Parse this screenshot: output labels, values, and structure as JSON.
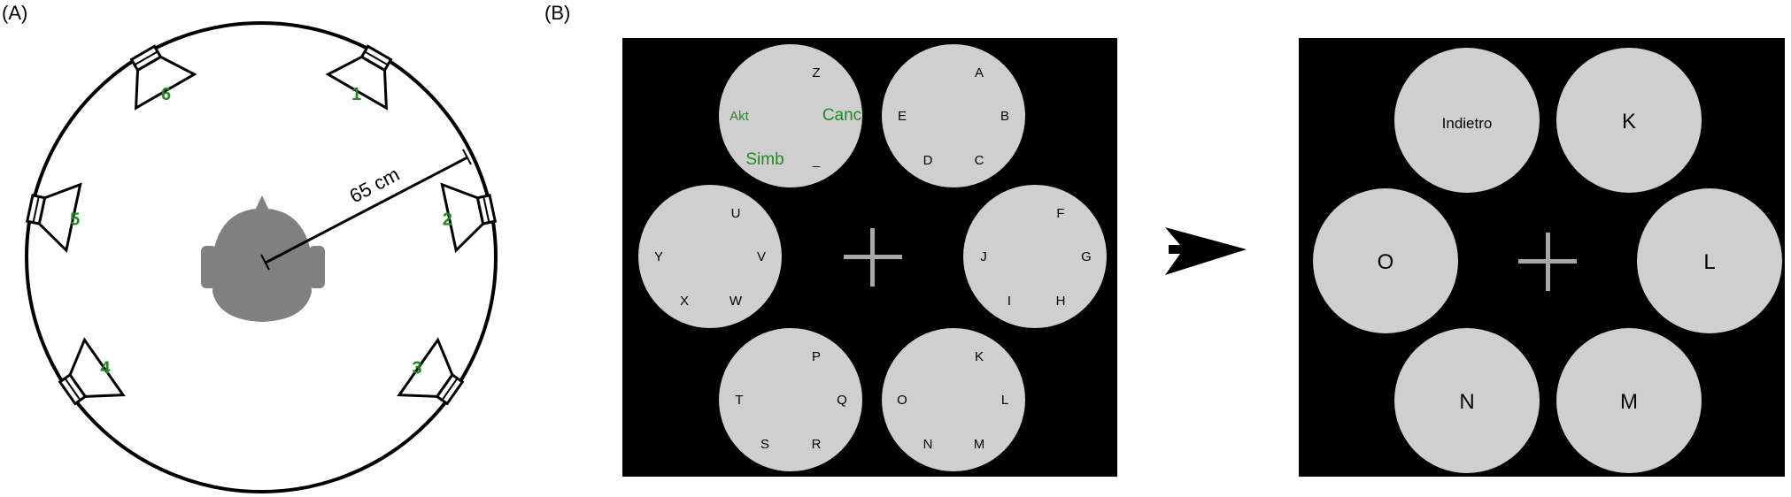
{
  "panel_a": {
    "label": "(A)",
    "distance_label": "65 cm",
    "speakers": [
      {
        "number": "1",
        "angle_deg": 30
      },
      {
        "number": "2",
        "angle_deg": 78
      },
      {
        "number": "3",
        "angle_deg": 125
      },
      {
        "number": "4",
        "angle_deg": -125
      },
      {
        "number": "5",
        "angle_deg": -78
      },
      {
        "number": "6",
        "angle_deg": -30
      }
    ]
  },
  "panel_b": {
    "label": "(B)",
    "speller_groups": [
      {
        "name": "group-z",
        "top": "Z",
        "right": "Canc",
        "bottom_right": "_",
        "bottom_left": "Simb",
        "left": "Akt",
        "green": [
          "right",
          "bottom_left",
          "left"
        ]
      },
      {
        "name": "group-a",
        "top": "A",
        "right": "B",
        "bottom_right": "C",
        "bottom_left": "D",
        "left": "E"
      },
      {
        "name": "group-f",
        "top": "F",
        "right": "G",
        "bottom_right": "H",
        "bottom_left": "I",
        "left": "J"
      },
      {
        "name": "group-k",
        "top": "K",
        "right": "L",
        "bottom_right": "M",
        "bottom_left": "N",
        "left": "O"
      },
      {
        "name": "group-p",
        "top": "P",
        "right": "Q",
        "bottom_right": "R",
        "bottom_left": "S",
        "left": "T"
      },
      {
        "name": "group-u",
        "top": "U",
        "right": "V",
        "bottom_right": "W",
        "bottom_left": "X",
        "left": "Y"
      }
    ],
    "selection_options": [
      "Indietro",
      "K",
      "L",
      "M",
      "N",
      "O"
    ]
  },
  "colors": {
    "green": "#1f8a1f",
    "disc": "#cfcfcf",
    "head": "#808080",
    "cross": "#a8a8a8"
  }
}
